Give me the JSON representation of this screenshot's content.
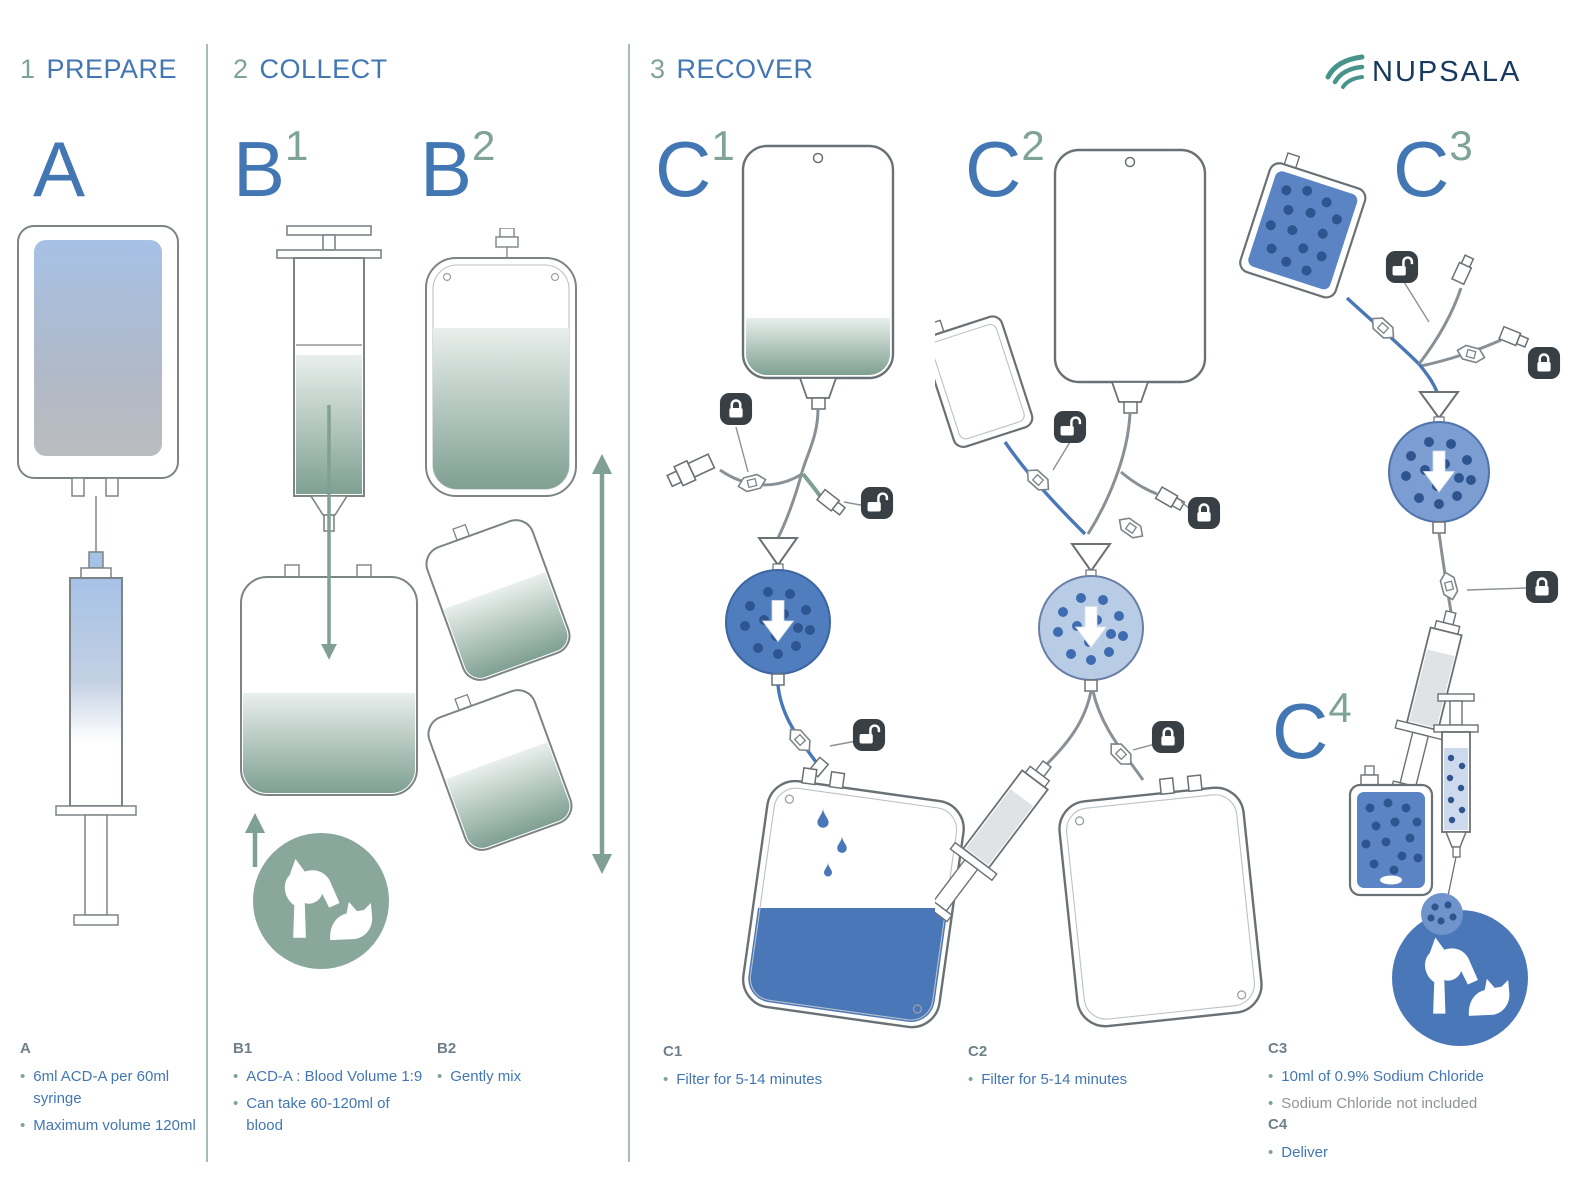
{
  "ui": {
    "bullet": "•"
  },
  "brand": {
    "name": "NUPSALA"
  },
  "sections": [
    {
      "num": "1",
      "title": "PREPARE"
    },
    {
      "num": "2",
      "title": "COLLECT"
    },
    {
      "num": "3",
      "title": "RECOVER"
    }
  ],
  "steps": [
    {
      "id": "A",
      "letter": "A",
      "sup": ""
    },
    {
      "id": "B1",
      "letter": "B",
      "sup": "1"
    },
    {
      "id": "B2",
      "letter": "B",
      "sup": "2"
    },
    {
      "id": "C1",
      "letter": "C",
      "sup": "1"
    },
    {
      "id": "C2",
      "letter": "C",
      "sup": "2"
    },
    {
      "id": "C3",
      "letter": "C",
      "sup": "3"
    },
    {
      "id": "C4",
      "letter": "C",
      "sup": "4"
    }
  ],
  "footnotes": [
    {
      "header": "A",
      "bullets": [
        {
          "text": "6ml ACD-A per 60ml syringe"
        },
        {
          "text": "Maximum volume 120ml"
        }
      ]
    },
    {
      "header": "B1",
      "bullets": [
        {
          "text": "ACD-A : Blood Volume 1:9"
        },
        {
          "text": "Can take 60-120ml of blood"
        }
      ]
    },
    {
      "header": "B2",
      "bullets": [
        {
          "text": "Gently mix"
        }
      ]
    },
    {
      "header": "C1",
      "bullets": [
        {
          "text": "Filter for 5-14 minutes"
        }
      ]
    },
    {
      "header": "C2",
      "bullets": [
        {
          "text": "Filter for 5-14 minutes"
        }
      ]
    },
    {
      "header": "C3",
      "bullets": [
        {
          "text": "10ml of 0.9% Sodium Chloride"
        },
        {
          "text": "Sodium Chloride not included"
        }
      ]
    },
    {
      "header": "C4",
      "bullets": [
        {
          "text": "Deliver"
        }
      ]
    }
  ],
  "icons": {
    "logo": "nupsala-leaf-icon",
    "lock_closed": "lock-closed-icon",
    "lock_open": "lock-open-icon",
    "filter_flow": "arrow-down-icon",
    "mix": "arrow-up-down-icon",
    "transfer": "arrow-up-icon",
    "animals": "horse-and-dog-icon",
    "drop": "blood-drop-icon"
  },
  "colors": {
    "heading_blue": "#4277b4",
    "step_teal": "#7fa396",
    "sage": "#7fa092",
    "blood_blue": "#4a77b8",
    "filter_dark_blue": "#4f7dbd",
    "filter_light_blue": "#b9cce6",
    "dot_blue": "#2f5591",
    "lock_badge": "#394045",
    "outline_gray": "#6a7175",
    "muted_text": "#8e9496",
    "logo_navy": "#16395f",
    "logo_teal": "#47948c"
  }
}
